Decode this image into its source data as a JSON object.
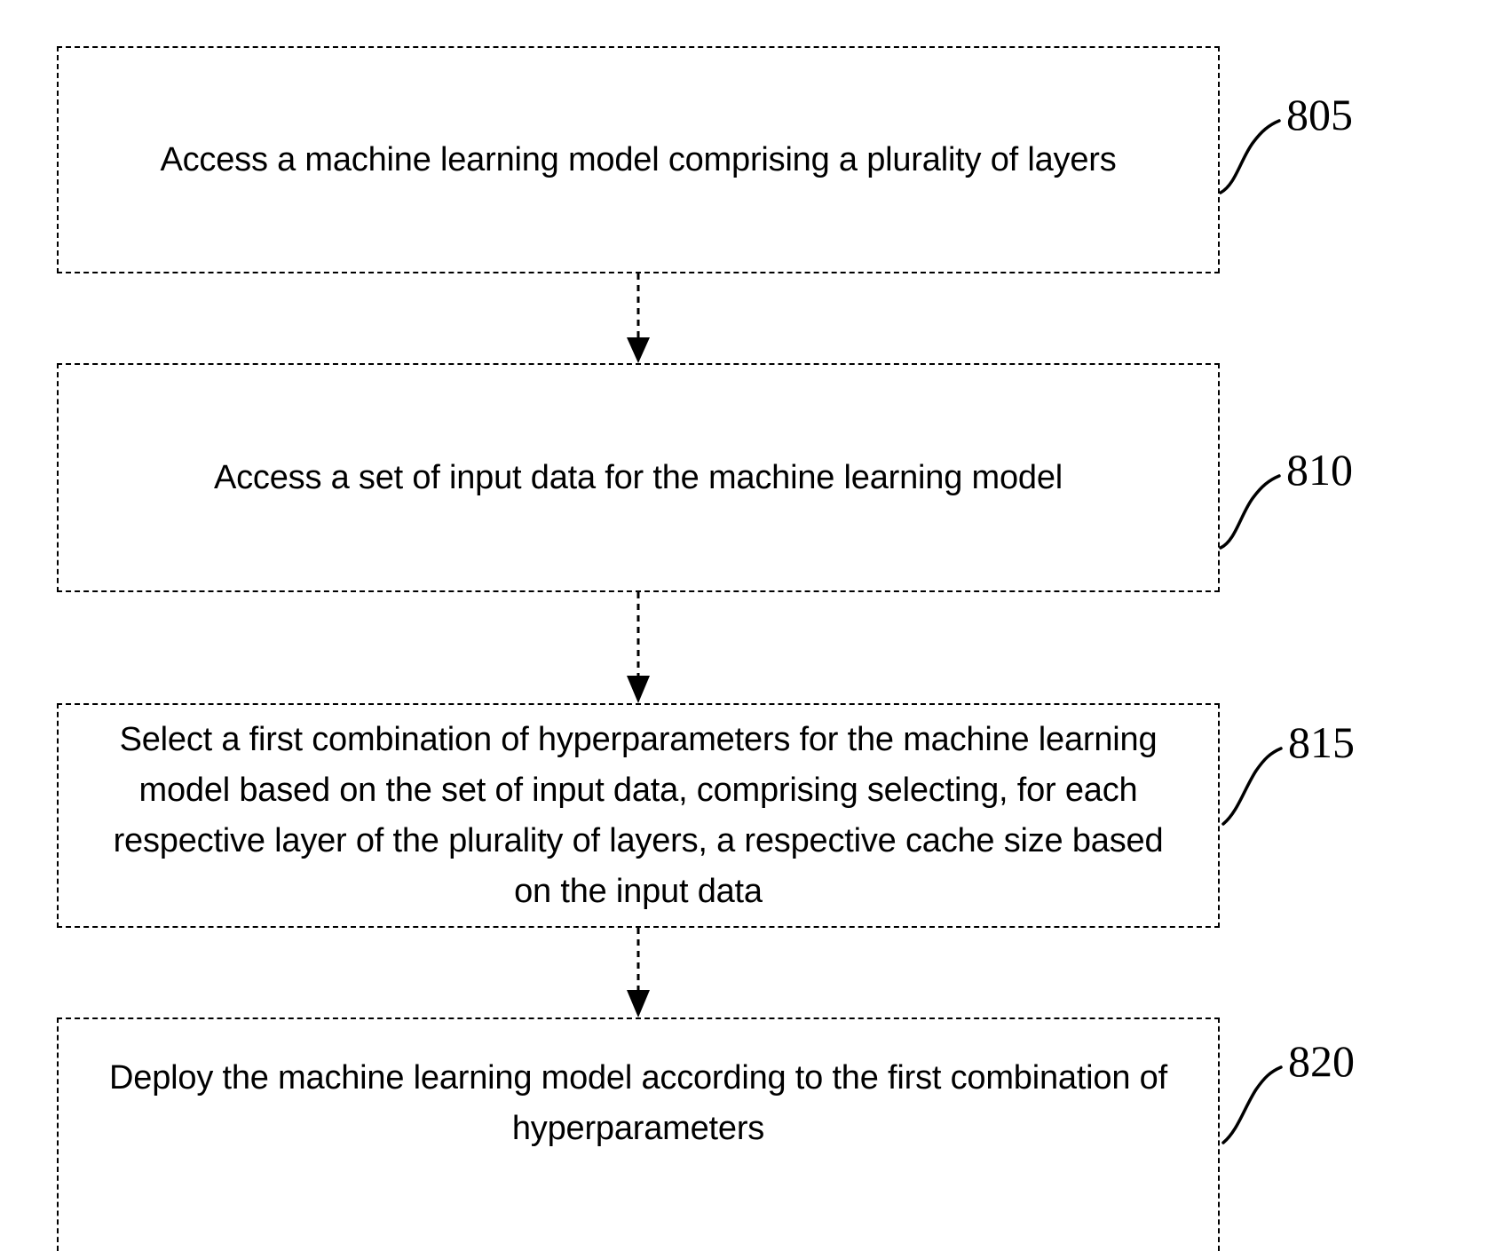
{
  "figure": {
    "type": "patent-flowchart",
    "orientation": "vertical",
    "background_color": "#ffffff",
    "line_color": "#000000",
    "box_border_style": "dashed",
    "connector_style": "dashed-line-with-solid-arrowhead"
  },
  "steps": [
    {
      "ref": "805",
      "text": "Access a machine learning model comprising a plurality of layers"
    },
    {
      "ref": "810",
      "text": "Access a set of input data for the machine learning model"
    },
    {
      "ref": "815",
      "text": "Select a first combination of hyperparameters for the machine learning\nmodel based on the set of input data, comprising selecting, for each\nrespective layer of the plurality of layers, a respective cache size based\non the input data"
    },
    {
      "ref": "820",
      "text": "Deploy the machine learning model according to the first combination of\nhyperparameters"
    }
  ],
  "connectors": [
    {
      "from_ref": "805",
      "to_ref": "810"
    },
    {
      "from_ref": "810",
      "to_ref": "815"
    },
    {
      "from_ref": "815",
      "to_ref": "820"
    }
  ]
}
